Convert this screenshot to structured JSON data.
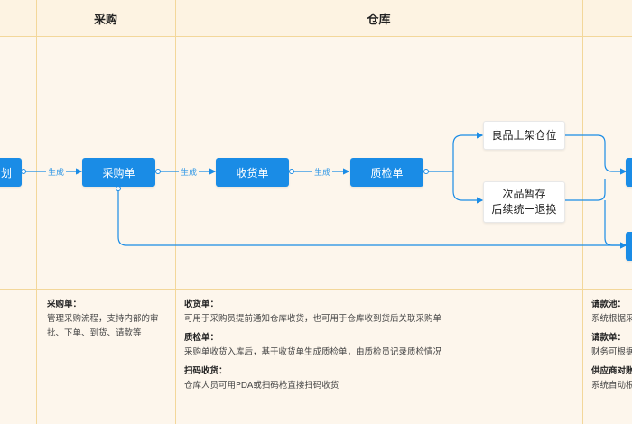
{
  "columns": {
    "purchase": "采购",
    "warehouse": "仓库"
  },
  "nodes": {
    "left_partial": "划",
    "purchase_order": "采购单",
    "receipt_order": "收货单",
    "inspection_order": "质检单",
    "good_shelving": "良品上架仓位",
    "defective_line1": "次品暂存",
    "defective_line2": "后续统一退换"
  },
  "edge_labels": {
    "gen1": "生成",
    "gen2": "生成",
    "gen3": "生成"
  },
  "descriptions": {
    "purchase": {
      "title": "采购单：",
      "line1": "管理采购流程，支持内部的审",
      "line2": "批、下单、到货、请款等"
    },
    "receipt": {
      "title": "收货单：",
      "text": "可用于采购员提前通知仓库收货，也可用于仓库收到货后关联采购单"
    },
    "inspection": {
      "title": "质检单：",
      "text": "采购单收货入库后，基于收货单生成质检单，由质检员记录质检情况"
    },
    "scan": {
      "title": "扫码收货：",
      "text": "仓库人员可用PDA或扫码枪直接扫码收货"
    },
    "right": {
      "pool_title": "请款池：",
      "pool_text": "系统根据采",
      "req_title": "请款单：",
      "req_text": "财务可根据",
      "supplier_title": "供应商对账",
      "supplier_text": "系统自动根"
    }
  }
}
